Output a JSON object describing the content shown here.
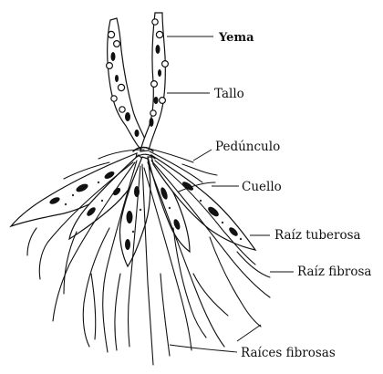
{
  "diagram": {
    "labels": {
      "yema": "Yema",
      "tallo": "Tallo",
      "pedunculo": "Pedúnculo",
      "cuello": "Cuello",
      "raiz_tuberosa": "Raíz tuberosa",
      "raiz_fibrosa": "Raíz fibrosa",
      "raices_fibrosas": "Raíces fibrosas"
    }
  }
}
